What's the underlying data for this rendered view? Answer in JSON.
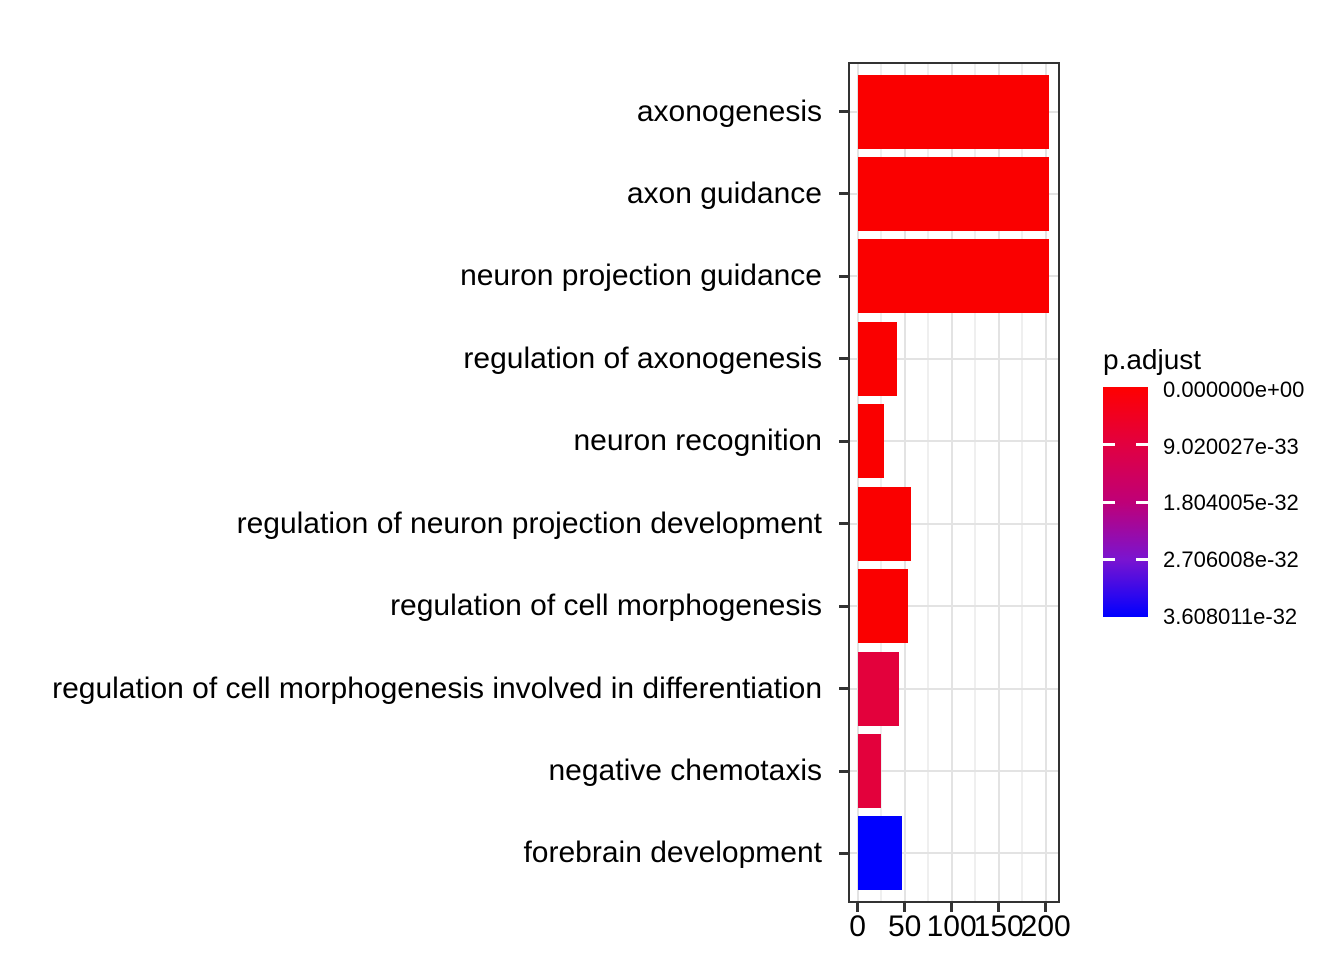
{
  "chart_data": {
    "type": "bar",
    "orientation": "horizontal",
    "title": "",
    "xlabel": "",
    "ylabel": "",
    "categories": [
      "axonogenesis",
      "axon guidance",
      "neuron projection guidance",
      "regulation of axonogenesis",
      "neuron recognition",
      "regulation of neuron projection development",
      "regulation of cell morphogenesis",
      "regulation of cell morphogenesis involved in differentiation",
      "negative chemotaxis",
      "forebrain development"
    ],
    "values": [
      204,
      203,
      203,
      42,
      28,
      57,
      54,
      44,
      25,
      47
    ],
    "bar_colors": [
      "#FA0000",
      "#FA0000",
      "#FA0000",
      "#FA0000",
      "#FA0000",
      "#FA0000",
      "#FA0000",
      "#E3013C",
      "#E3013C",
      "#0000FF"
    ],
    "xlim": [
      0,
      215
    ],
    "x_ticks": [
      0,
      50,
      100,
      150,
      200
    ],
    "x_tick_labels": [
      "0",
      "50",
      "100",
      "150",
      "200"
    ],
    "x_minor_ticks": [
      25,
      75,
      125,
      175
    ],
    "grid": "major-and-minor-vertical, major-horizontal",
    "legend": {
      "title": "p.adjust",
      "position": "right",
      "type": "colorbar",
      "tick_labels": [
        "0.000000e+00",
        "9.020027e-33",
        "1.804005e-32",
        "2.706008e-32",
        "3.608011e-32"
      ],
      "gradient": [
        "#FF0000",
        "#E20040",
        "#BF0077",
        "#7A14D0",
        "#0000FF"
      ]
    }
  },
  "colors": {
    "background": "#FFFFFF",
    "panel_border": "#333333",
    "grid_major": "#E3E3E3",
    "grid_minor": "#EFEFEF",
    "tick": "#333333",
    "text": "#000000"
  }
}
